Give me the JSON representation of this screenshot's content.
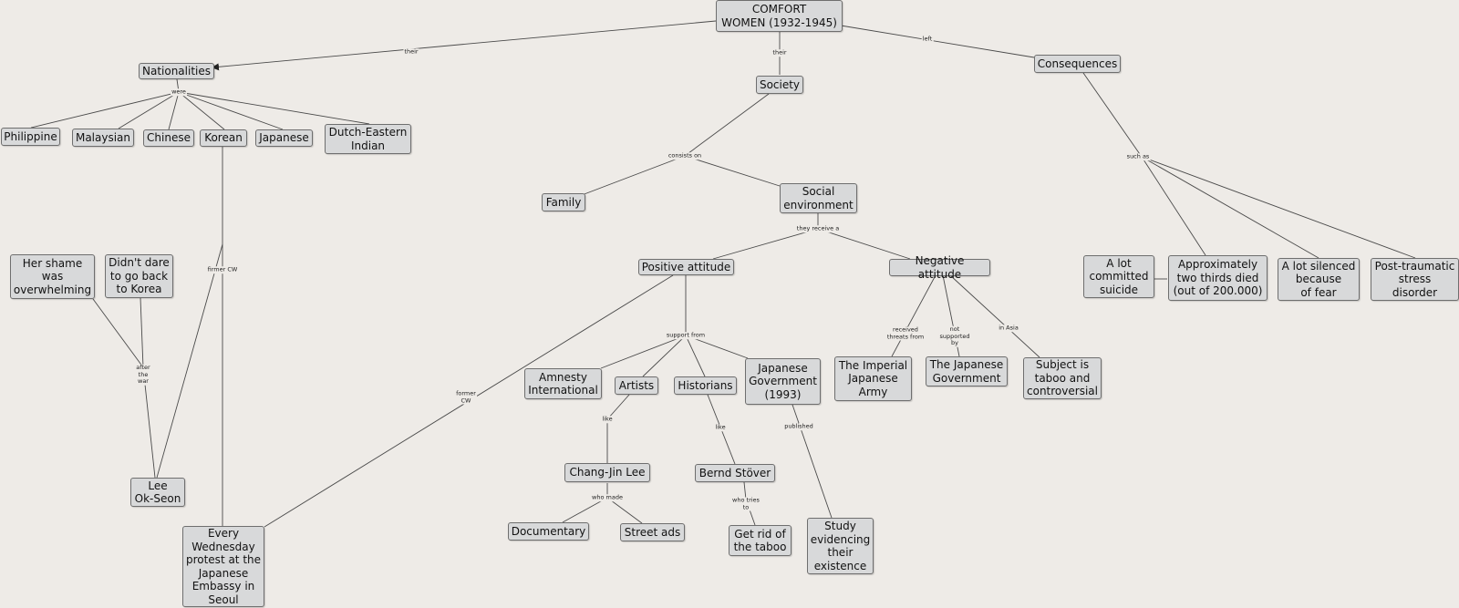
{
  "diagram": {
    "nodes": {
      "root": "COMFORT\nWOMEN (1932-1945)",
      "nationalities": "Nationalities",
      "society": "Society",
      "consequences": "Consequences",
      "philippine": "Philippine",
      "malaysian": "Malaysian",
      "chinese": "Chinese",
      "korean": "Korean",
      "japanese": "Japanese",
      "dutch": "Dutch-Eastern\nIndian",
      "family": "Family",
      "social_env": "Social\nenvironment",
      "positive": "Positive attitude",
      "negative": "Negative attitude",
      "shame": "Her shame\nwas\noverwhelming",
      "didnt_dare": "Didn't dare\nto go back\nto Korea",
      "lee": "Lee\nOk-Seon",
      "wednesday": "Every\nWednesday\nprotest at the\nJapanese\nEmbassy in\nSeoul",
      "amnesty": "Amnesty\nInternational",
      "artists": "Artists",
      "historians": "Historians",
      "jap_gov_1993": "Japanese\nGovernment\n(1993)",
      "chang": "Chang-Jin Lee",
      "documentary": "Documentary",
      "street_ads": "Street ads",
      "bernd": "Bernd Stöver",
      "taboo_get_rid": "Get rid of\nthe taboo",
      "study": "Study\nevidencing\ntheir\nexistence",
      "imperial_army": "The Imperial\nJapanese\nArmy",
      "jap_gov": "The Japanese\nGovernment",
      "subject_taboo": "Subject is\ntaboo and\ncontroversial",
      "suicide": "A lot\ncommitted\nsuicide",
      "two_thirds": "Approximately\ntwo thirds died\n(out of 200.000)",
      "silenced": "A lot silenced\nbecause\nof fear",
      "ptsd": "Post-traumatic\nstress\ndisorder"
    },
    "links": {
      "their_nat": "their",
      "their_soc": "their",
      "left": "left",
      "were": "were",
      "consists_on": "consists on",
      "they_receive_a": "they receive a",
      "firmer_cw": "firmer CW",
      "after_war": "after\nthe\nwar",
      "former_cw": "former\nCW",
      "support_from": "support from",
      "like_artists": "like",
      "like_historians": "like",
      "who_made": "who made",
      "who_tries_to": "who tries\nto",
      "published": "published",
      "received_threats": "received\nthreats from",
      "not_supported_by": "not\nsupported\nby",
      "in_asia": "in Asia",
      "such_as": "such as"
    }
  }
}
